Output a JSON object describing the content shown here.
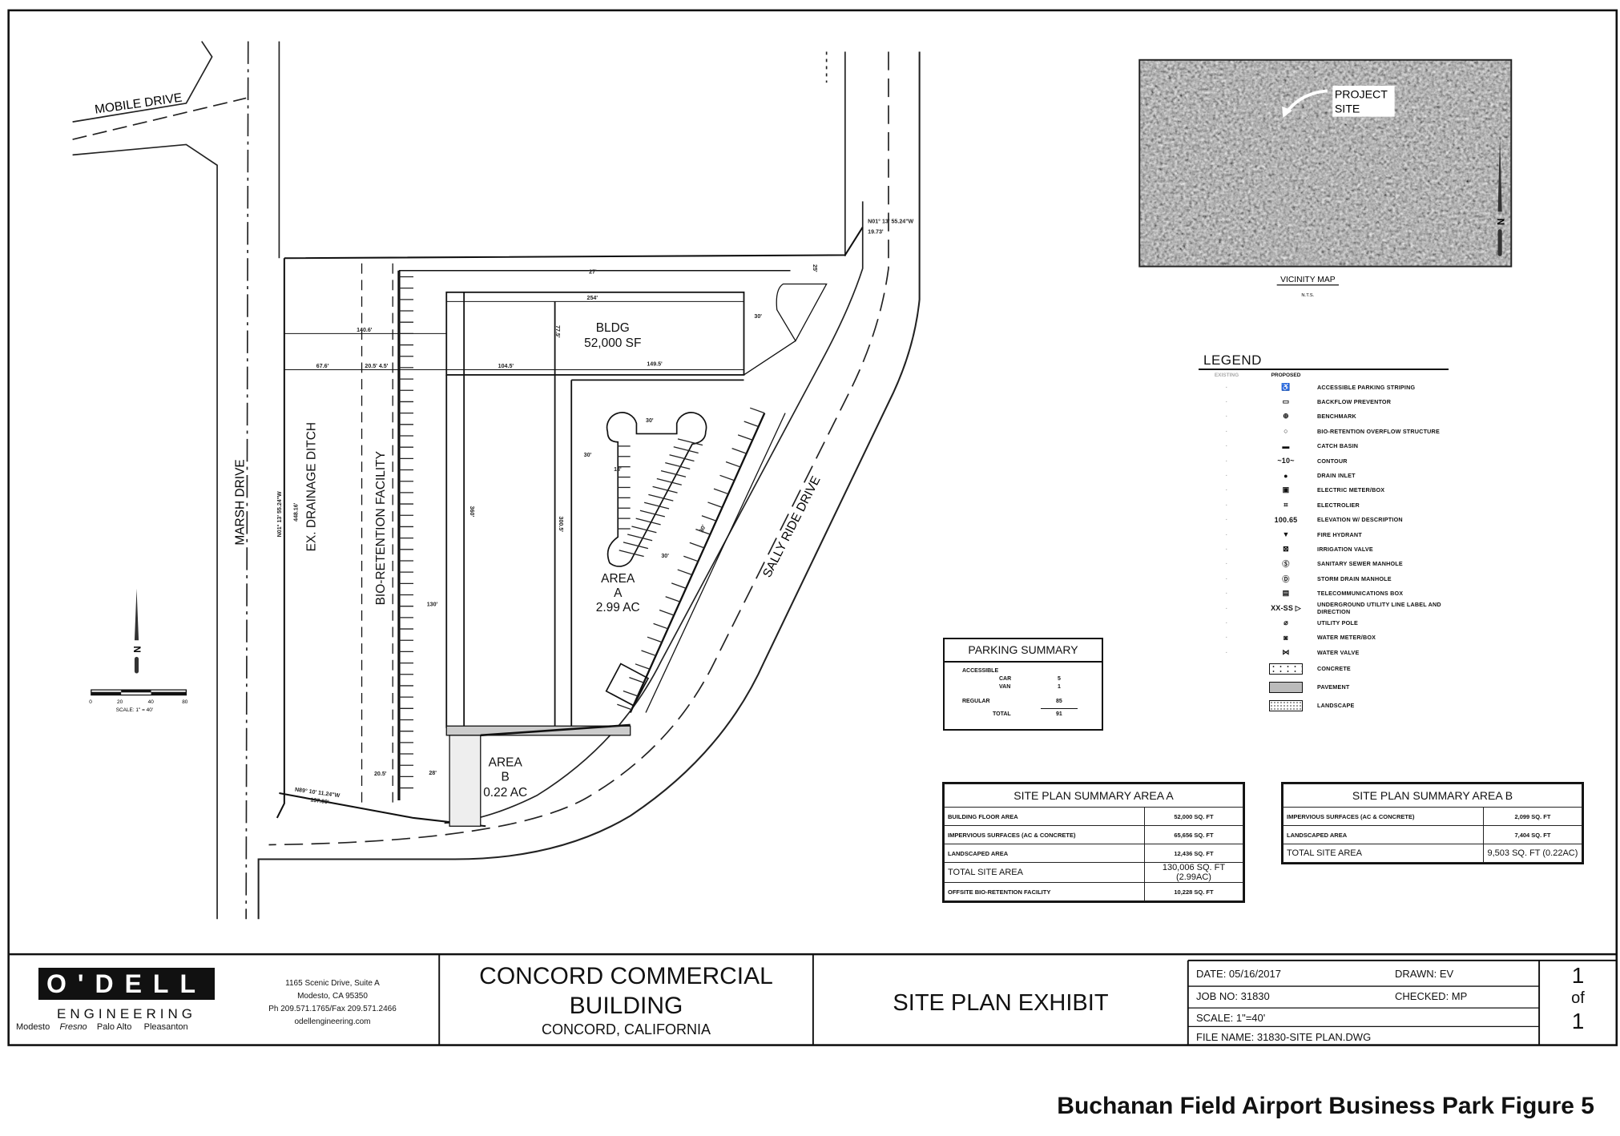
{
  "drawing": {
    "streets": {
      "mobile": "MOBILE DRIVE",
      "marsh": "MARSH DRIVE",
      "sally_ride": "SALLY RIDE DRIVE"
    },
    "features": {
      "ditch": "EX. DRAINAGE DITCH",
      "bio_retention": "BIO-RETENTION FACILITY",
      "bldg": "BLDG",
      "bldg_area": "52,000 SF",
      "area_a": [
        "AREA",
        "A",
        "2.99 AC"
      ],
      "area_b": [
        "AREA",
        "B",
        "0.22 AC"
      ]
    },
    "dims": [
      "140.6'",
      "67.6'",
      "20.5' 4.5'",
      "104.5'",
      "149.5'",
      "254'",
      "77.5'",
      "30'",
      "25'",
      "30'",
      "30'",
      "18'",
      "30'",
      "30'",
      "130'",
      "28'",
      "20.5'",
      "360'",
      "300.5'",
      "N01° 13' 55.24\"W",
      "19.73'",
      "N01° 13' 55.24\"W",
      "448.16'",
      "N89° 10' 11.24\"W",
      "137.00'",
      "27'"
    ],
    "north": "N",
    "scale_bar": {
      "ticks": [
        "0",
        "20",
        "40",
        "80"
      ],
      "label": "SCALE: 1\" = 40'"
    }
  },
  "vicinity_map": {
    "callout": [
      "PROJECT",
      "SITE"
    ],
    "title": "VICINITY MAP",
    "scale": "N.T.S.",
    "north": "N"
  },
  "legend": {
    "title": "LEGEND",
    "col_existing": "EXISTING",
    "col_proposed": "PROPOSED",
    "items": [
      {
        "label": "ACCESSIBLE PARKING STRIPING",
        "symbol": "♿"
      },
      {
        "label": "BACKFLOW PREVENTOR",
        "symbol": "▭"
      },
      {
        "label": "BENCHMARK",
        "symbol": "⊕"
      },
      {
        "label": "BIO-RETENTION OVERFLOW STRUCTURE",
        "symbol": "○"
      },
      {
        "label": "CATCH BASIN",
        "symbol": "▬"
      },
      {
        "label": "CONTOUR",
        "symbol": "~10~"
      },
      {
        "label": "DRAIN INLET",
        "symbol": "●"
      },
      {
        "label": "ELECTRIC METER/BOX",
        "symbol": "▣"
      },
      {
        "label": "ELECTROLIER",
        "symbol": "⌗"
      },
      {
        "label": "ELEVATION W/ DESCRIPTION",
        "symbol": "100.65"
      },
      {
        "label": "FIRE HYDRANT",
        "symbol": "▼"
      },
      {
        "label": "IRRIGATION VALVE",
        "symbol": "⊠"
      },
      {
        "label": "SANITARY SEWER MANHOLE",
        "symbol": "Ⓢ"
      },
      {
        "label": "STORM DRAIN MANHOLE",
        "symbol": "Ⓓ"
      },
      {
        "label": "TELECOMMUNICATIONS BOX",
        "symbol": "▤"
      },
      {
        "label": "UNDERGROUND UTILITY LINE LABEL AND DIRECTION",
        "symbol": "XX-SS ▷"
      },
      {
        "label": "UTILITY POLE",
        "symbol": "⌀"
      },
      {
        "label": "WATER METER/BOX",
        "symbol": "◙"
      },
      {
        "label": "WATER VALVE",
        "symbol": "⋈"
      },
      {
        "label": "CONCRETE",
        "symbol": "hatch-concrete"
      },
      {
        "label": "PAVEMENT",
        "symbol": "hatch-pavement"
      },
      {
        "label": "LANDSCAPE",
        "symbol": "hatch-landscape"
      }
    ]
  },
  "parking_summary": {
    "title": "PARKING SUMMARY",
    "accessible": "ACCESSIBLE",
    "car_label": "CAR",
    "car": "5",
    "van_label": "VAN",
    "van": "1",
    "regular_label": "REGULAR",
    "regular": "85",
    "total_label": "TOTAL",
    "total": "91"
  },
  "area_a": {
    "title": "SITE PLAN SUMMARY AREA A",
    "rows": [
      {
        "label": "BUILDING FLOOR AREA",
        "value": "52,000 SQ. FT"
      },
      {
        "label": "IMPERVIOUS SURFACES (AC & CONCRETE)",
        "value": "65,656 SQ. FT"
      },
      {
        "label": "LANDSCAPED AREA",
        "value": "12,436 SQ. FT"
      },
      {
        "label": "TOTAL SITE AREA",
        "value": "130,006 SQ. FT (2.99AC)"
      },
      {
        "label": "OFFSITE BIO-RETENTION FACILITY",
        "value": "10,228 SQ. FT"
      }
    ]
  },
  "area_b": {
    "title": "SITE PLAN SUMMARY AREA B",
    "rows": [
      {
        "label": "IMPERVIOUS SURFACES (AC & CONCRETE)",
        "value": "2,099 SQ. FT"
      },
      {
        "label": "LANDSCAPED AREA",
        "value": "7,404 SQ. FT"
      },
      {
        "label": "TOTAL SITE AREA",
        "value": "9,503 SQ. FT (0.22AC)"
      }
    ]
  },
  "title_block": {
    "logo": "O'DELL",
    "logo_sub": "ENGINEERING",
    "offices": [
      "Modesto",
      "Fresno",
      "Palo Alto",
      "Pleasanton"
    ],
    "address": [
      "1165 Scenic Drive, Suite A",
      "Modesto, CA 95350",
      "Ph 209.571.1765/Fax 209.571.2466",
      "odellengineering.com"
    ],
    "project": [
      "CONCORD COMMERCIAL",
      "BUILDING",
      "CONCORD, CALIFORNIA"
    ],
    "sheet_title": "SITE PLAN EXHIBIT",
    "date": "DATE: 05/16/2017",
    "drawn": "DRAWN: EV",
    "job": "JOB NO: 31830",
    "checked": "CHECKED: MP",
    "scale": "SCALE: 1\"=40'",
    "file": "FILE NAME: 31830-SITE PLAN.DWG",
    "sheet": [
      "1",
      "of",
      "1"
    ]
  },
  "footer": "Buchanan Field Airport Business Park Figure 5"
}
